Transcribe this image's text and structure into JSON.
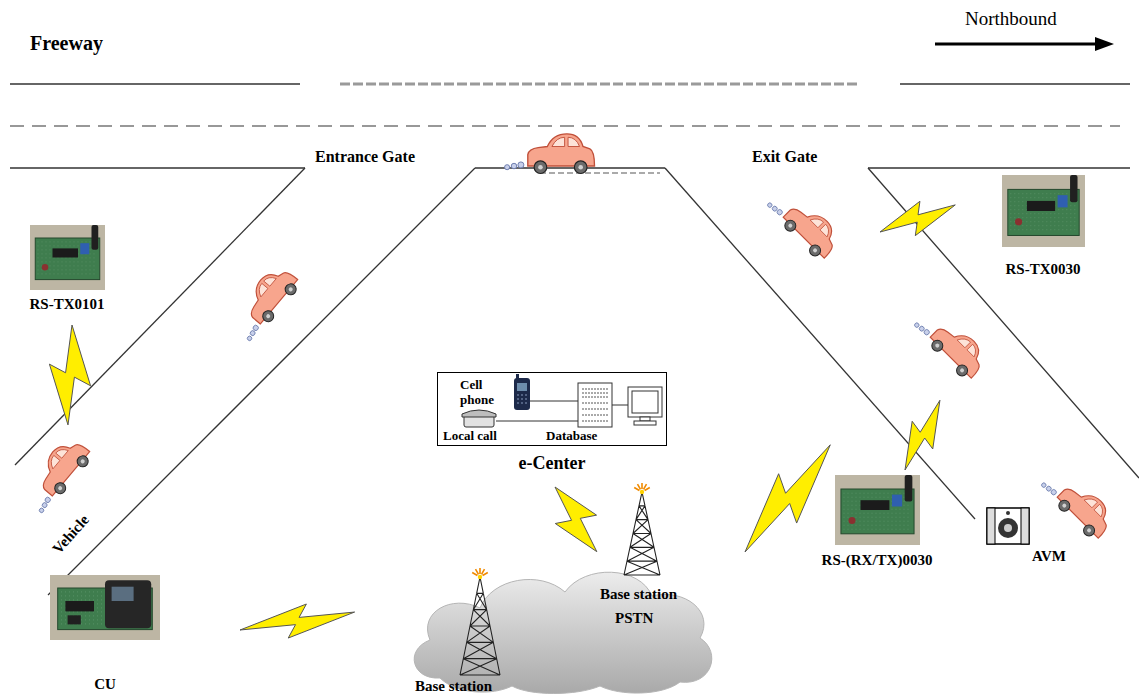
{
  "diagram": {
    "nodes": [
      {
        "text": [
          "RS-TX0101"
        ]
      },
      {
        "text": [
          "RS-TX0030"
        ]
      },
      {
        "text": [
          "Cell phone",
          "Local call",
          "Database",
          "e-Center"
        ]
      },
      {
        "text": [
          "RS-(RX/TX)0030"
        ]
      },
      {
        "text": [
          "CU"
        ]
      },
      {
        "text": [
          "Base station",
          "PSTN"
        ]
      }
    ],
    "labels": [
      "Freeway",
      "Northbound",
      "Entrance Gate",
      "Exit Gate",
      "Vehicle",
      "AVM",
      "Base station"
    ]
  }
}
